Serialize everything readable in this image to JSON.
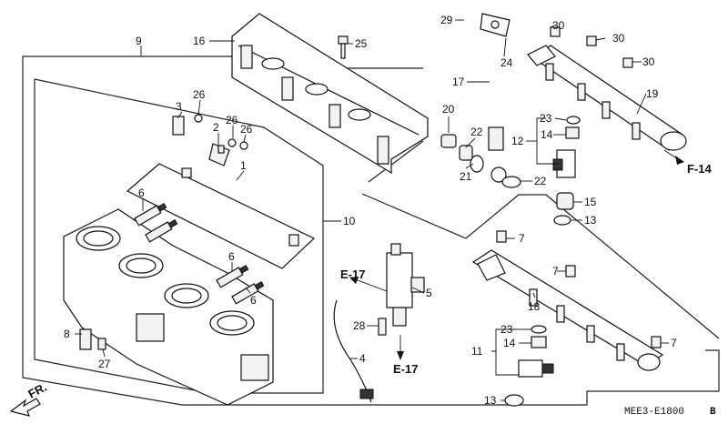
{
  "diagram": {
    "part_numbers": [
      "1",
      "2",
      "3",
      "4",
      "5",
      "6",
      "7",
      "8",
      "9",
      "10",
      "11",
      "12",
      "13",
      "14",
      "15",
      "16",
      "17",
      "18",
      "19",
      "20",
      "21",
      "22",
      "23",
      "24",
      "25",
      "26",
      "27",
      "28",
      "29",
      "30"
    ],
    "references": [
      "E-17",
      "E-17",
      "F-14"
    ],
    "direction_label": "FR.",
    "figure_code": "MEE3-E1800",
    "figure_suffix": "B"
  }
}
